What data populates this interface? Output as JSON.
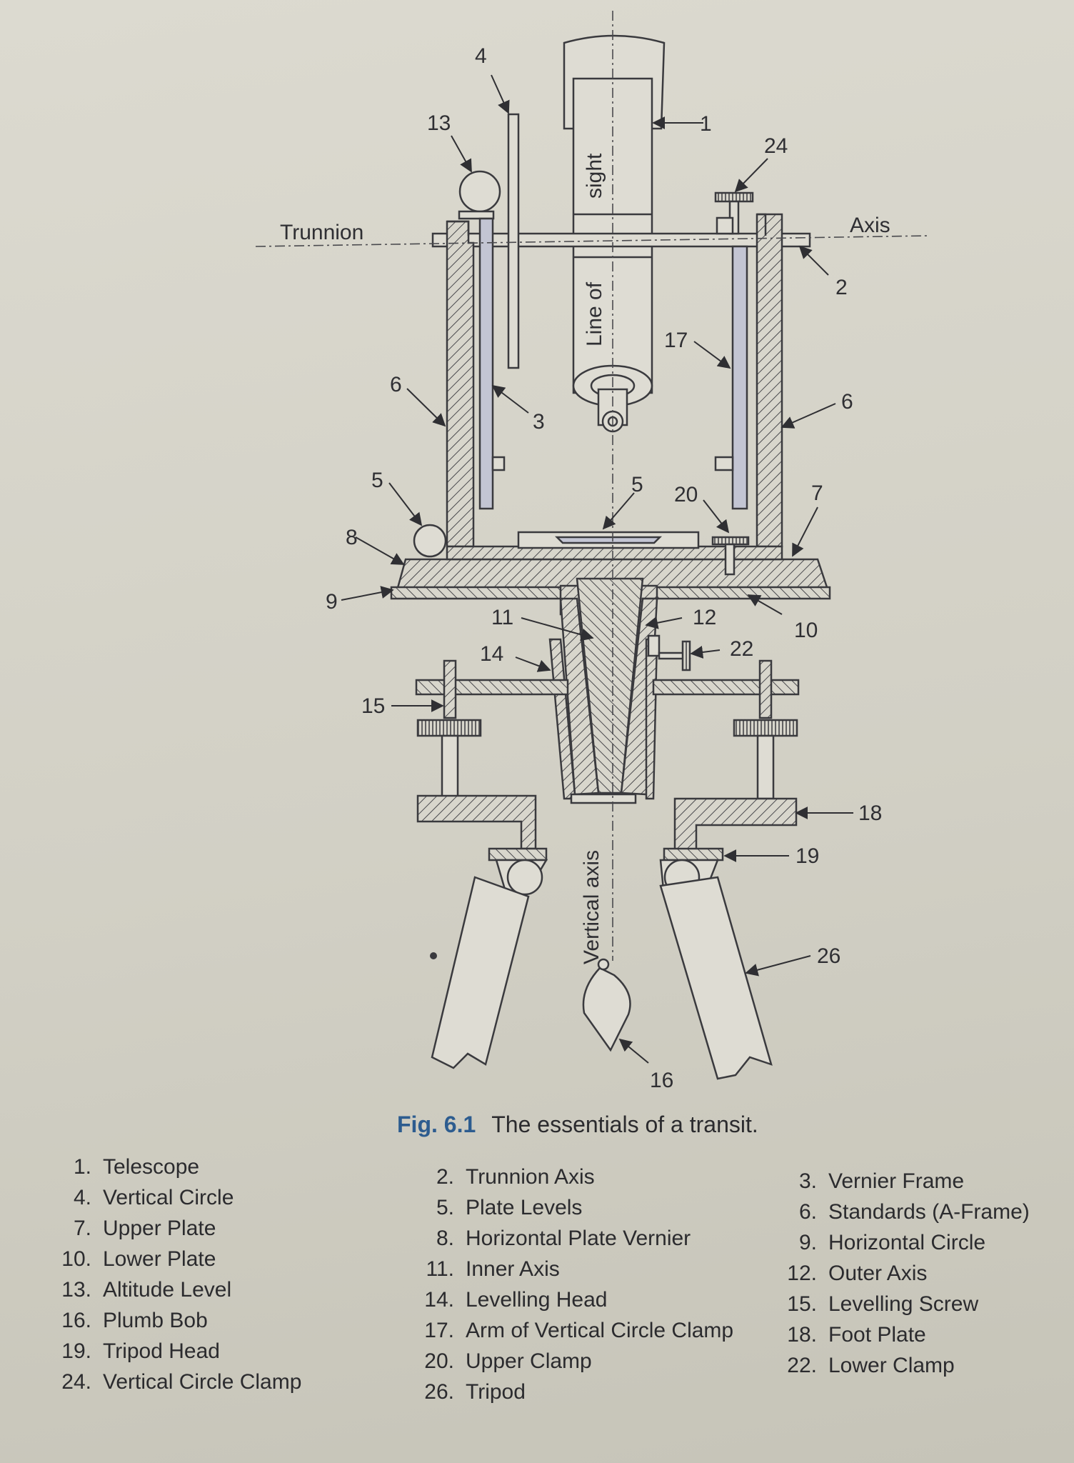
{
  "diagram": {
    "axis_labels": {
      "trunnion": "Trunnion",
      "axis": "Axis",
      "sight": "sight",
      "line_of": "Line of",
      "vertical_axis": "Vertical axis"
    },
    "callouts": [
      "1",
      "2",
      "3",
      "4",
      "5",
      "5",
      "6",
      "6",
      "7",
      "8",
      "9",
      "10",
      "11",
      "12",
      "13",
      "14",
      "15",
      "16",
      "17",
      "18",
      "19",
      "20",
      "22",
      "24",
      "26"
    ]
  },
  "caption": {
    "figure_number": "Fig. 6.1",
    "title": "The essentials of a transit."
  },
  "legend": {
    "column1": [
      {
        "num": "1.",
        "label": "Telescope"
      },
      {
        "num": "4.",
        "label": "Vertical Circle"
      },
      {
        "num": "7.",
        "label": "Upper Plate"
      },
      {
        "num": "10.",
        "label": "Lower Plate"
      },
      {
        "num": "13.",
        "label": "Altitude Level"
      },
      {
        "num": "16.",
        "label": "Plumb Bob"
      },
      {
        "num": "19.",
        "label": "Tripod Head"
      },
      {
        "num": "24.",
        "label": "Vertical Circle Clamp"
      }
    ],
    "column2": [
      {
        "num": "2.",
        "label": "Trunnion Axis"
      },
      {
        "num": "5.",
        "label": "Plate Levels"
      },
      {
        "num": "8.",
        "label": "Horizontal Plate Vernier"
      },
      {
        "num": "11.",
        "label": "Inner Axis"
      },
      {
        "num": "14.",
        "label": "Levelling Head"
      },
      {
        "num": "17.",
        "label": "Arm of Vertical Circle Clamp"
      },
      {
        "num": "20.",
        "label": "Upper Clamp"
      },
      {
        "num": "26.",
        "label": "Tripod"
      }
    ],
    "column3": [
      {
        "num": "3.",
        "label": "Vernier Frame"
      },
      {
        "num": "6.",
        "label": "Standards (A-Frame)"
      },
      {
        "num": "9.",
        "label": "Horizontal Circle"
      },
      {
        "num": "12.",
        "label": "Outer Axis"
      },
      {
        "num": "15.",
        "label": "Levelling Screw"
      },
      {
        "num": "18.",
        "label": "Foot Plate"
      },
      {
        "num": "22.",
        "label": "Lower Clamp"
      }
    ]
  }
}
